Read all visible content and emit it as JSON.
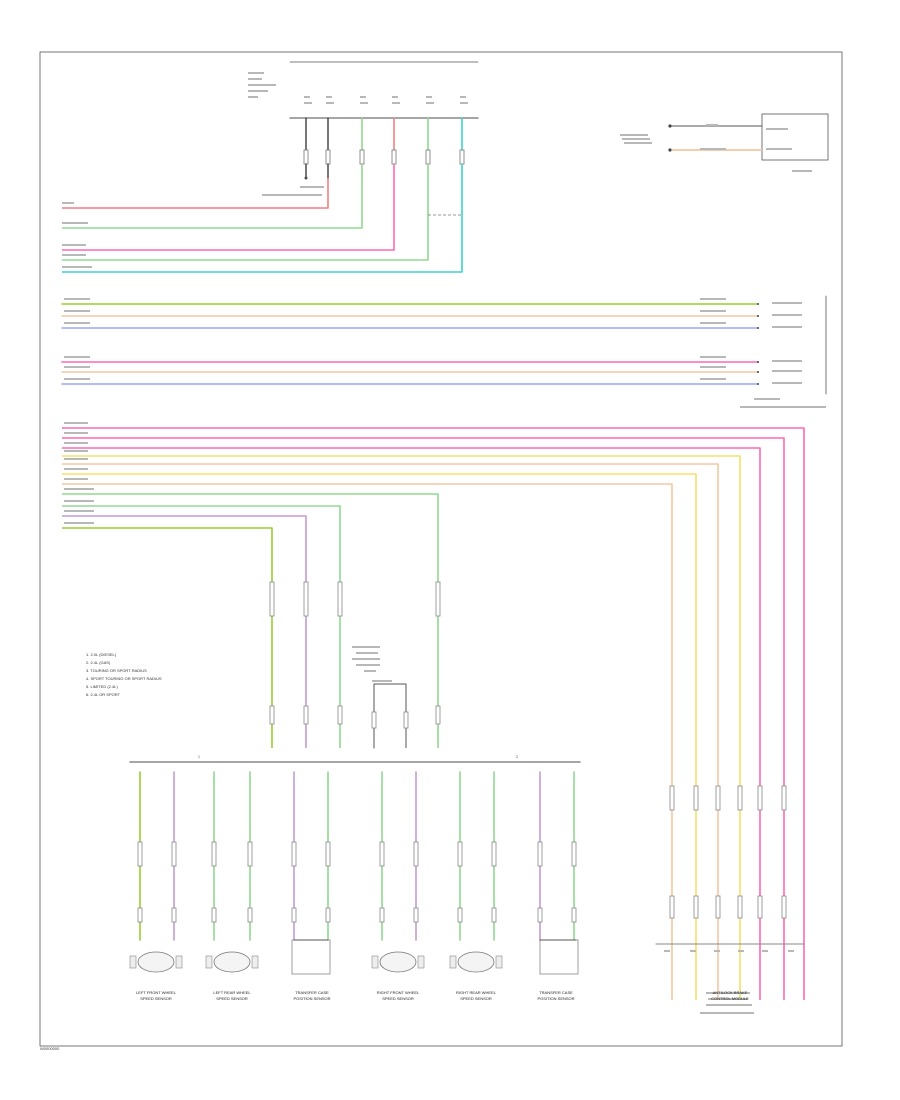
{
  "footer_code": "W0000000",
  "colors": {
    "frame": "#555555",
    "red": "#f08080",
    "green": "#90d890",
    "pink": "#ff69b4",
    "teal": "#3fd0d0",
    "olive": "#9acd32",
    "tan": "#f5c7a0",
    "blue": "#9aaaf0",
    "yellow": "#f5e06a",
    "violet": "#c39bd3"
  },
  "legend_lines": [
    "1. 2.0L (DIESEL)",
    "2. 2.4L (GAS)",
    "3. TOURING OR SPORT RADIUS",
    "4. SPORT TOURING OR SPORT RADIUS",
    "5. LIMITED (2.4L)",
    "6. 2.4L OR SPORT"
  ],
  "bottom_captions": [
    "LEFT FRONT WHEEL SPEED SENSOR",
    "LEFT REAR WHEEL SPEED SENSOR",
    "TRANSFER CASE POSITION SENSOR",
    "RIGHT FRONT WHEEL SPEED SENSOR",
    "RIGHT REAR WHEEL SPEED SENSOR",
    "TRANSFER CASE POSITION SENSOR",
    "ANTILOCK BRAKE CONTROL MODULE"
  ]
}
